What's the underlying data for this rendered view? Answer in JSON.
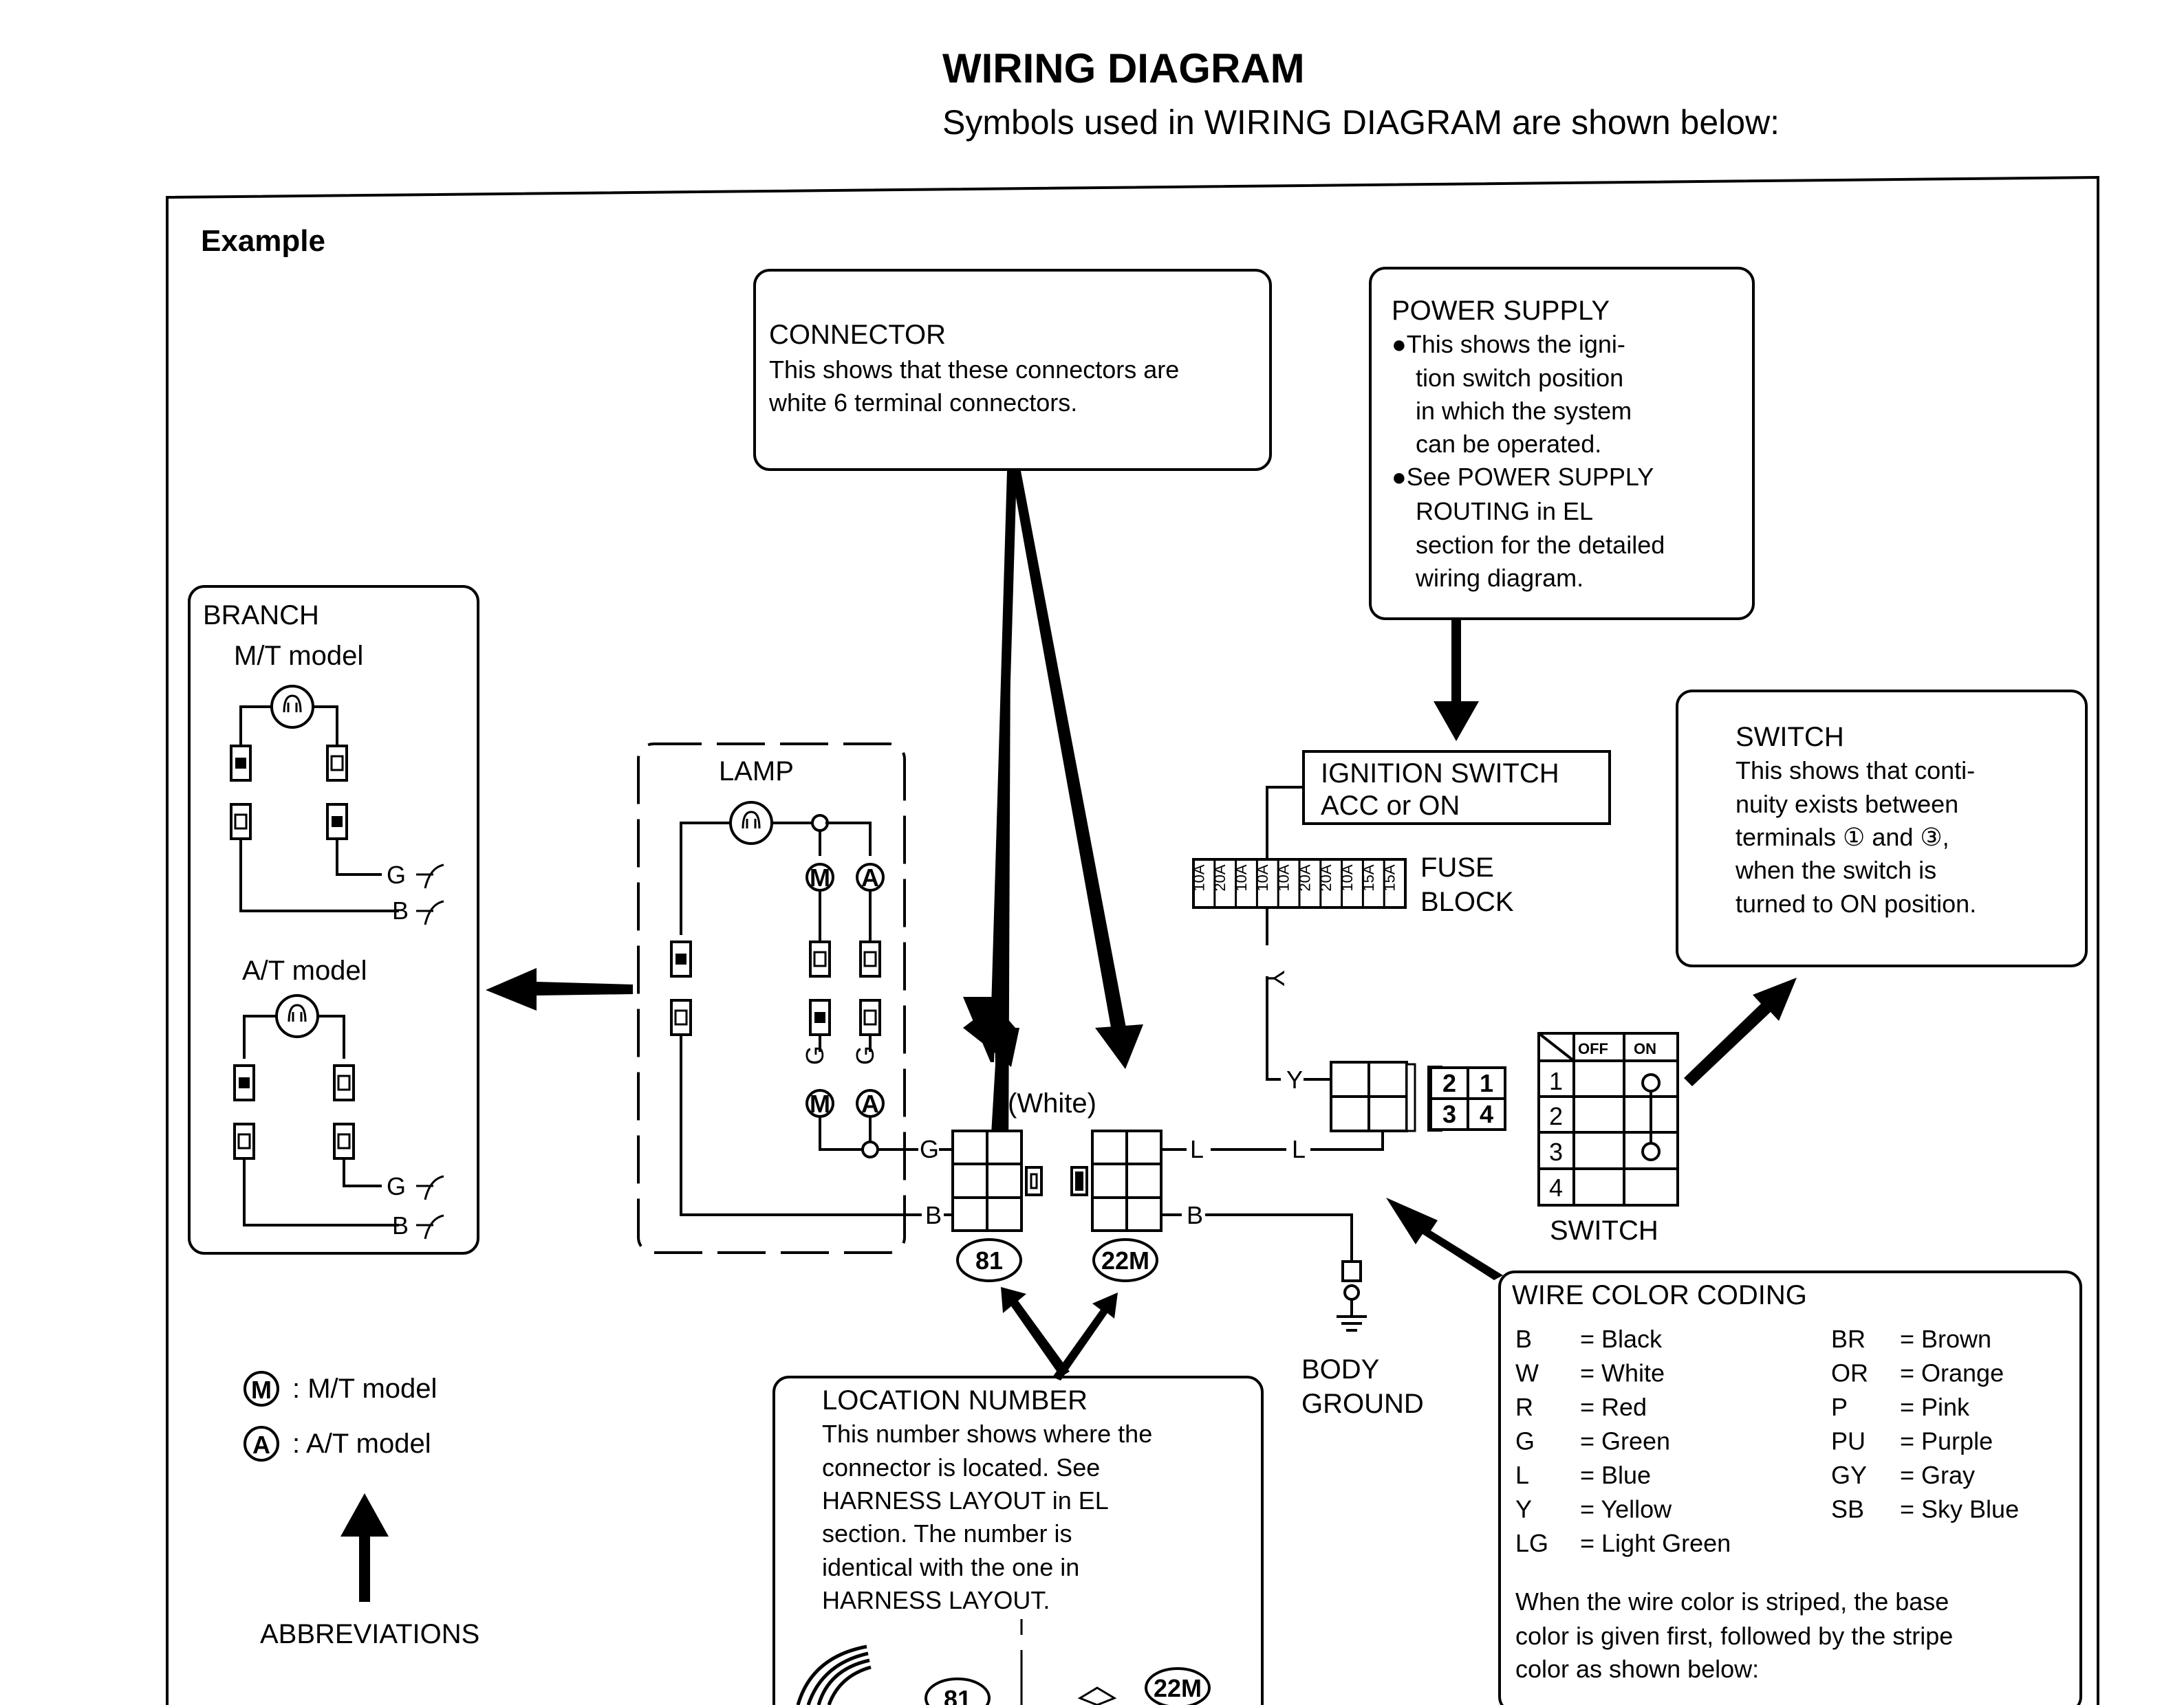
{
  "header": {
    "title": "WIRING DIAGRAM",
    "subtitle": "Symbols used in WIRING DIAGRAM are shown below:"
  },
  "example_label": "Example",
  "connector_box": {
    "title": "CONNECTOR",
    "lines": [
      "This shows that these connectors are",
      "white 6 terminal connectors."
    ]
  },
  "power_supply_box": {
    "title": "POWER SUPPLY",
    "lines": [
      "●This shows the igni-",
      "tion switch position",
      "in which the system",
      "can be operated.",
      "●See POWER SUPPLY",
      "ROUTING in EL",
      "section for the detailed",
      "wiring diagram."
    ]
  },
  "branch_box": {
    "title": "BRANCH",
    "mt_label": "M/T model",
    "at_label": "A/T model",
    "g": "G",
    "b": "B"
  },
  "lamp_box": {
    "title": "LAMP",
    "m": "M",
    "a": "A",
    "g": "G"
  },
  "ignition": {
    "line1": "IGNITION SWITCH",
    "line2": "ACC or ON",
    "fuse_label_1": "FUSE",
    "fuse_label_2": "BLOCK",
    "fuses": [
      "10A",
      "20A",
      "10A",
      "10A",
      "10A",
      "20A",
      "20A",
      "10A",
      "15A",
      "15A"
    ]
  },
  "switch_box": {
    "title": "SWITCH",
    "lines": [
      "This shows that conti-",
      "nuity exists between",
      "terminals ① and ③,",
      "when the switch is",
      "turned to ON position."
    ]
  },
  "switch_table": {
    "label": "SWITCH",
    "off": "OFF",
    "on": "ON",
    "rows": [
      "1",
      "2",
      "3",
      "4"
    ]
  },
  "wires": {
    "white": "(White)",
    "g": "G",
    "b": "B",
    "l": "L",
    "y": "Y",
    "term": [
      "2",
      "1",
      "3",
      "4"
    ]
  },
  "locations": [
    "81",
    "22M"
  ],
  "body_ground": [
    "BODY",
    "GROUND"
  ],
  "location_box": {
    "title": "LOCATION NUMBER",
    "lines": [
      "This number shows where the",
      "connector is located.  See",
      "HARNESS LAYOUT in EL",
      "section.  The number is",
      "identical with the one in",
      "HARNESS LAYOUT."
    ]
  },
  "wire_color_box": {
    "title": "WIRE COLOR CODING",
    "left": [
      {
        "code": "B",
        "name": "= Black"
      },
      {
        "code": "W",
        "name": "= White"
      },
      {
        "code": "R",
        "name": "= Red"
      },
      {
        "code": "G",
        "name": "= Green"
      },
      {
        "code": "L",
        "name": "= Blue"
      },
      {
        "code": "Y",
        "name": "= Yellow"
      },
      {
        "code": "LG",
        "name": "= Light Green"
      }
    ],
    "right": [
      {
        "code": "BR",
        "name": "= Brown"
      },
      {
        "code": "OR",
        "name": "= Orange"
      },
      {
        "code": "P",
        "name": "= Pink"
      },
      {
        "code": "PU",
        "name": "= Purple"
      },
      {
        "code": "GY",
        "name": "= Gray"
      },
      {
        "code": "SB",
        "name": "= Sky Blue"
      }
    ],
    "note": [
      "When the wire color is striped, the base",
      "color is given first, followed by the stripe",
      "color as shown below:"
    ]
  },
  "abbreviations": {
    "m_sym": "M",
    "m_text": ":  M/T model",
    "a_sym": "A",
    "a_text": ":  A/T model",
    "label": "ABBREVIATIONS"
  }
}
